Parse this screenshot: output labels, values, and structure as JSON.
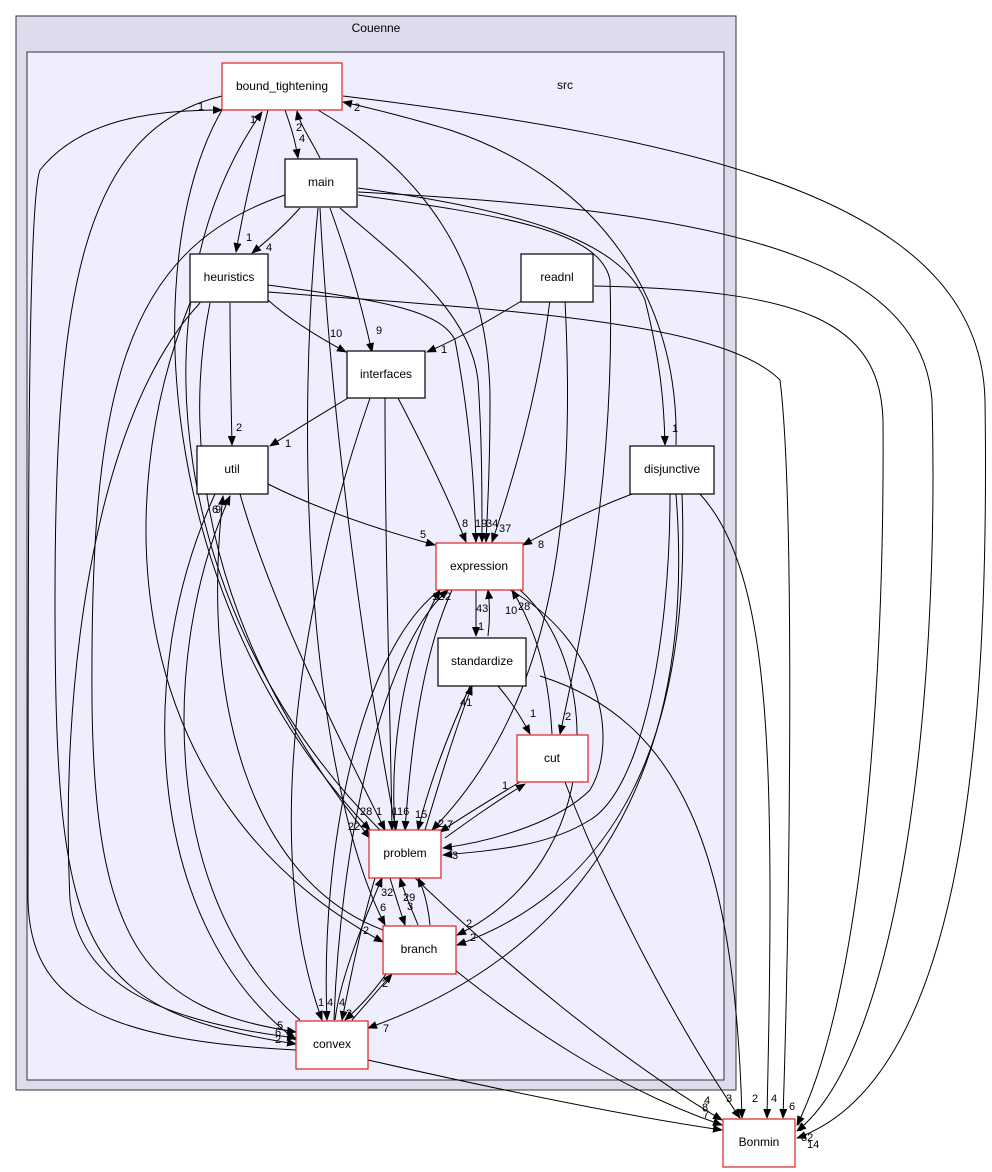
{
  "clusters": {
    "outer": "Couenne",
    "inner": "src"
  },
  "nodes": {
    "bound_tightening": "bound_tightening",
    "main": "main",
    "heuristics": "heuristics",
    "readnl": "readnl",
    "interfaces": "interfaces",
    "util": "util",
    "disjunctive": "disjunctive",
    "expression": "expression",
    "standardize": "standardize",
    "cut": "cut",
    "problem": "problem",
    "branch": "branch",
    "convex": "convex",
    "bonmin": "Bonmin"
  },
  "edge_labels": {
    "bt_main_a": "2",
    "bt_main_b": "4",
    "bt_heur": "1",
    "bt_in1": "1",
    "bt_in2": "1",
    "bt_in3": "2",
    "main_heur": "4",
    "main_if": "9",
    "heur_if": "10",
    "readnl_if": "1",
    "if_util": "1",
    "heur_util": "2",
    "util_expr": "5",
    "expr_a": "8",
    "expr_b": "1",
    "expr_c": "19",
    "expr_d": "34",
    "expr_e": "37",
    "disj_expr": "8",
    "disj_in": "1",
    "expr_std": "1",
    "std_expr": "43",
    "expr_left1": "12",
    "expr_left2": "2",
    "expr_right1": "10",
    "expr_right2": "28",
    "std_cut": "1",
    "cut_in": "2",
    "std_41": "41",
    "prob_28": "28",
    "prob_1": "1",
    "prob_1b": "1",
    "prob_16": "16",
    "prob_15": "15",
    "prob_2": "2",
    "prob_7": "7",
    "prob_22": "22",
    "prob_3": "3",
    "cut_prob": "1",
    "prob_32": "32",
    "prob_6": "6",
    "prob_29": "29",
    "prob_3b": "3",
    "branch_2a": "2",
    "branch_2b": "2",
    "branch_2c": "2",
    "conv_2": "2",
    "conv_3": "3",
    "conv_7": "7",
    "conv_1": "1",
    "conv_4a": "4",
    "conv_4b": "4",
    "conv_5": "5",
    "conv_6": "6",
    "conv_2b": "2",
    "util_6": "6",
    "util_9": "9",
    "bon_3": "3",
    "bon_2": "2",
    "bon_4": "4",
    "bon_6": "6",
    "bon_4b": "4",
    "bon_8": "8",
    "bon_7": "7",
    "bon_r3": "3",
    "bon_r32": "32",
    "bon_r14": "14"
  }
}
